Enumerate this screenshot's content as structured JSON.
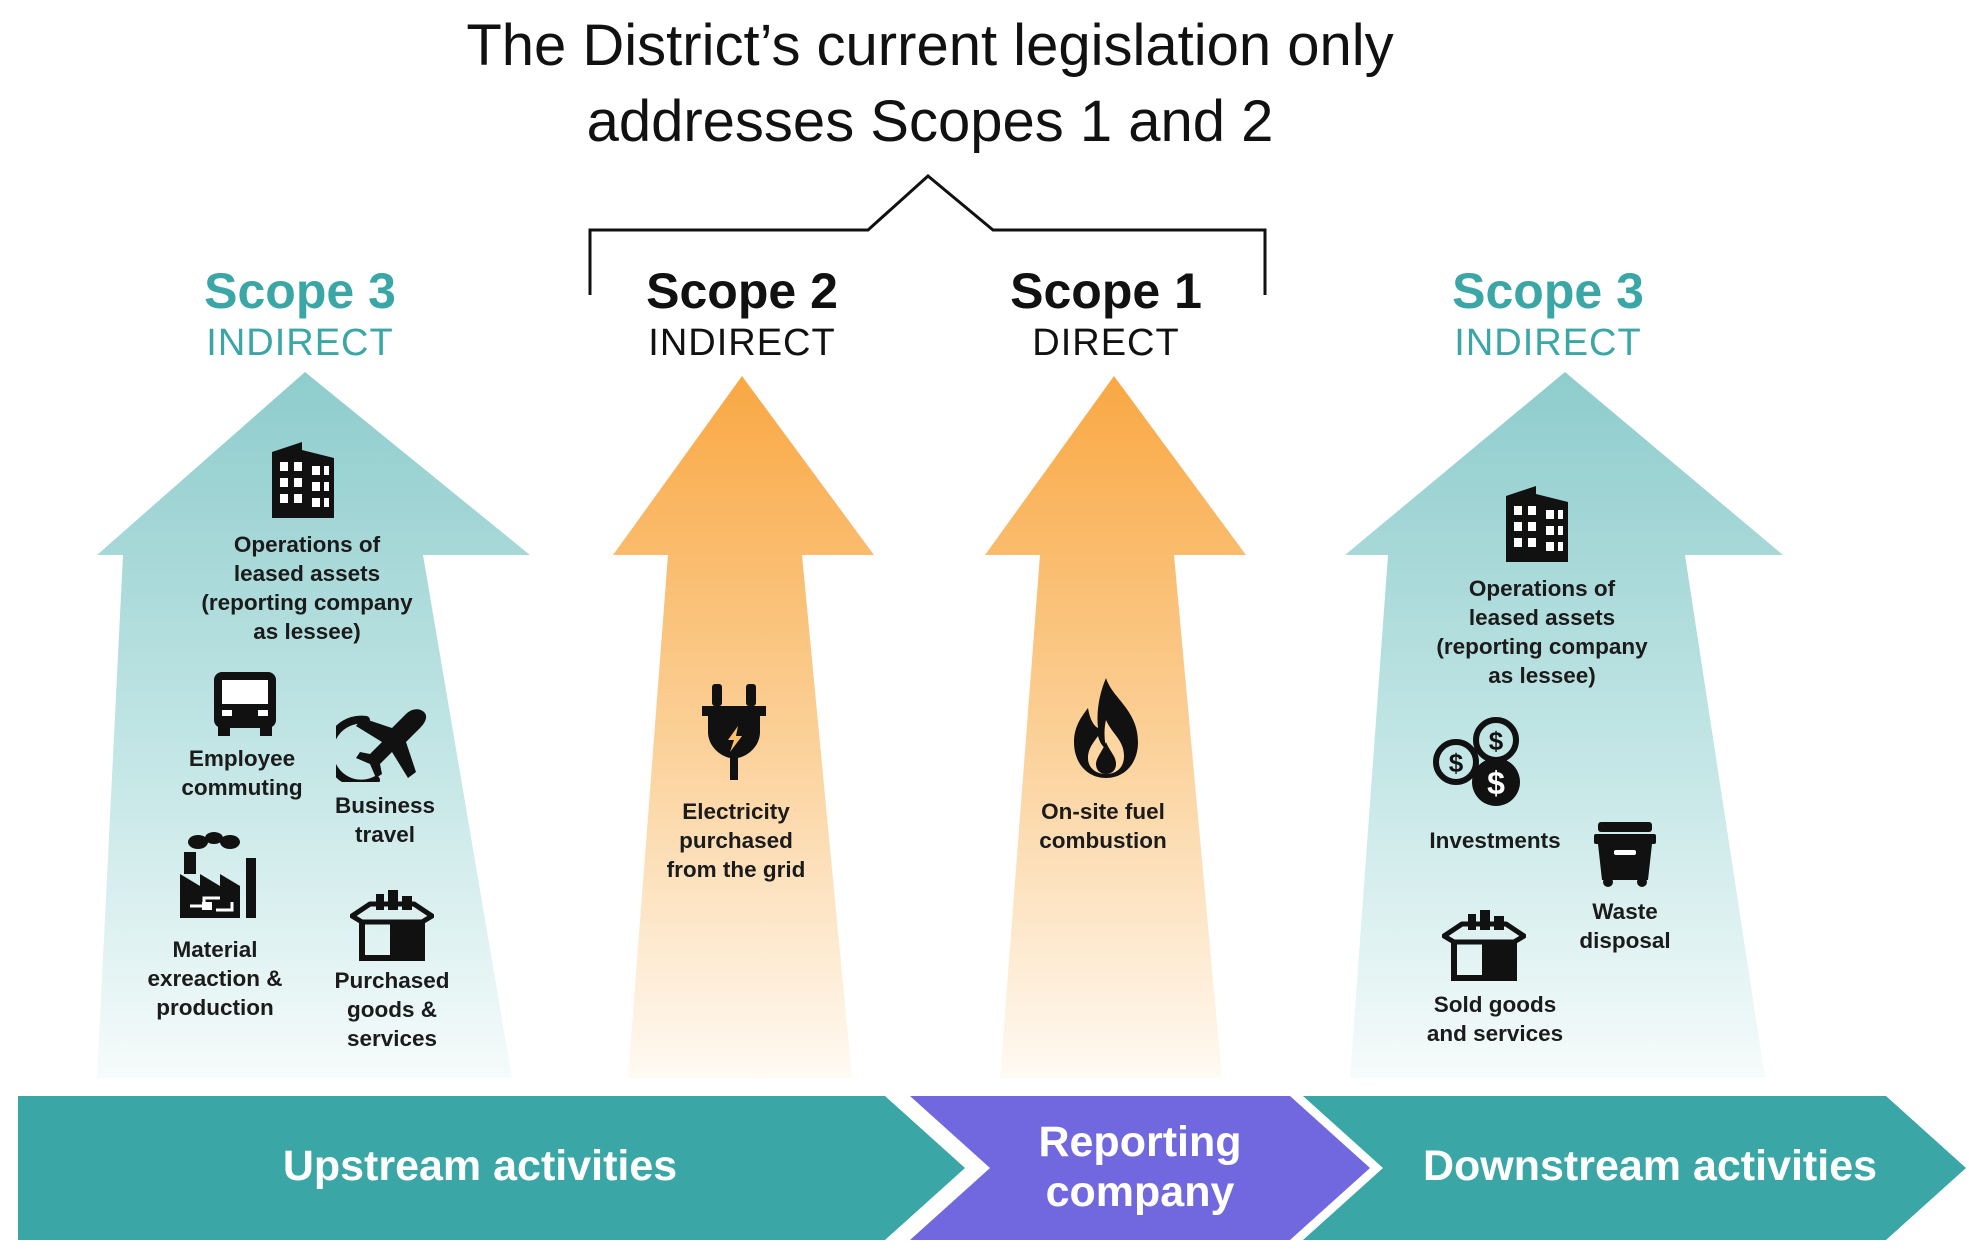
{
  "title": "The District’s current legislation only\naddresses Scopes 1 and 2",
  "colors": {
    "teal": "#3aa6a6",
    "teal_arrow": "#93cfcf",
    "orange_arrow": "#f9ae52",
    "purple": "#7168e0",
    "text_dark": "#111111"
  },
  "scopes": {
    "upstream": {
      "heading": "Scope 3",
      "sub": "INDIRECT"
    },
    "scope2": {
      "heading": "Scope 2",
      "sub": "INDIRECT"
    },
    "scope1": {
      "heading": "Scope 1",
      "sub": "DIRECT"
    },
    "downstream": {
      "heading": "Scope 3",
      "sub": "INDIRECT"
    }
  },
  "upstream_items": {
    "leased": {
      "label": "Operations of\nleased assets\n(reporting company\nas lessee)",
      "icon": "building-icon"
    },
    "commuting": {
      "label": "Employee\ncommuting",
      "icon": "bus-icon"
    },
    "travel": {
      "label": "Business\ntravel",
      "icon": "airplane-icon"
    },
    "material": {
      "label": "Material\nexreaction &\nproduction",
      "icon": "factory-icon"
    },
    "purchased": {
      "label": "Purchased\ngoods &\nservices",
      "icon": "box-icon"
    }
  },
  "scope2_items": {
    "electricity": {
      "label": "Electricity\npurchased\nfrom the grid",
      "icon": "plug-icon"
    }
  },
  "scope1_items": {
    "fuel": {
      "label": "On-site fuel\ncombustion",
      "icon": "flame-icon"
    }
  },
  "downstream_items": {
    "leased": {
      "label": "Operations of\nleased assets\n(reporting company\nas lessee)",
      "icon": "building-icon"
    },
    "investments": {
      "label": "Investments",
      "icon": "coins-icon"
    },
    "waste": {
      "label": "Waste\ndisposal",
      "icon": "dumpster-icon"
    },
    "sold": {
      "label": "Sold goods\nand services",
      "icon": "box-icon"
    }
  },
  "band": {
    "upstream": "Upstream activities",
    "reporting": "Reporting\ncompany",
    "downstream": "Downstream activities"
  }
}
